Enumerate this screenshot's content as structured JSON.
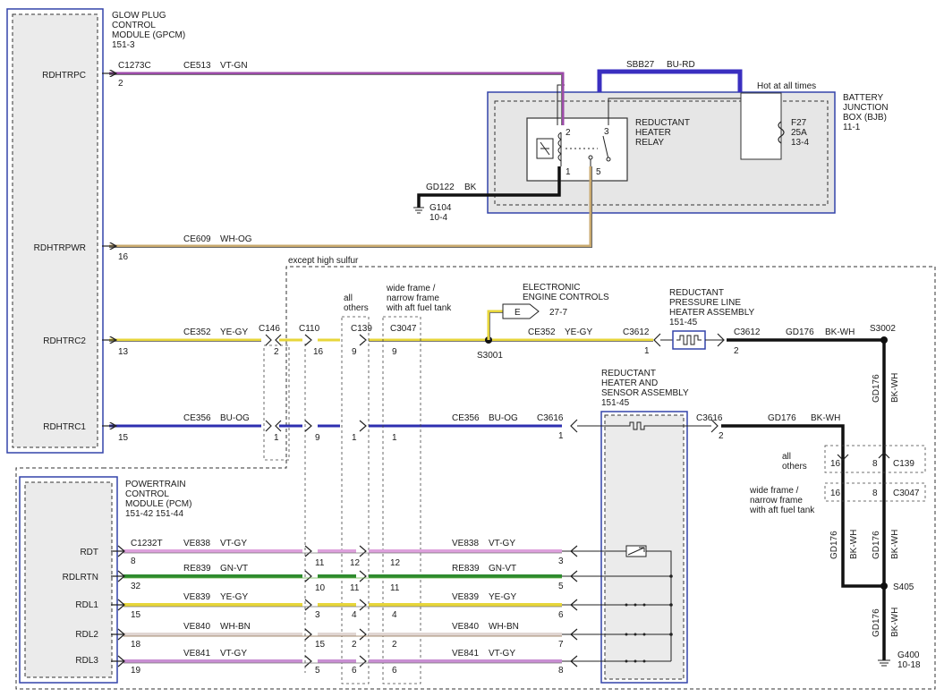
{
  "modules": {
    "gpcm": {
      "lines": [
        "GLOW PLUG",
        "CONTROL",
        "MODULE (GPCM)",
        "151-3"
      ]
    },
    "pcm": {
      "lines": [
        "POWERTRAIN",
        "CONTROL",
        "MODULE (PCM)",
        "151-42  151-44"
      ]
    },
    "bjb": {
      "lines": [
        "BATTERY",
        "JUNCTION",
        "BOX (BJB)",
        "11-1"
      ]
    },
    "relay": {
      "lines": [
        "REDUCTANT",
        "HEATER",
        "RELAY"
      ]
    },
    "heater_sensor": {
      "lines": [
        "REDUCTANT",
        "HEATER AND",
        "SENSOR ASSEMBLY",
        "151-45"
      ]
    },
    "pressure_heater": {
      "lines": [
        "REDUCTANT",
        "PRESSURE LINE",
        "HEATER ASSEMBLY",
        "151-45"
      ]
    },
    "eec": {
      "lines": [
        "ELECTRONIC",
        "ENGINE CONTROLS"
      ],
      "ref": "27-7",
      "tag": "E"
    }
  },
  "pins": {
    "gpcm": [
      "RDHTRPC",
      "RDHTRPWR",
      "RDHTRC2",
      "RDHTRC1"
    ],
    "pcm": [
      "RDT",
      "RDLRTN",
      "RDL1",
      "RDL2",
      "RDL3"
    ]
  },
  "fuse": {
    "name": "F27",
    "rating": "25A",
    "ref": "13-4"
  },
  "hot_at_all_times": "Hot at all times",
  "grounds": {
    "g104": {
      "name": "G104",
      "ref": "10-4"
    },
    "g400": {
      "name": "G400",
      "ref": "10-18"
    }
  },
  "notes": {
    "except_high_sulfur": "except high sulfur",
    "all_others_top": [
      "all",
      "others"
    ],
    "wide_frame_top": [
      "wide frame /",
      "narrow frame",
      "with aft fuel tank"
    ],
    "all_others_right": [
      "all",
      "others"
    ],
    "wide_frame_right": [
      "wide frame /",
      "narrow frame",
      "with aft fuel tank"
    ]
  },
  "wires": {
    "ce513": {
      "circuit": "CE513",
      "color": "VT-GN"
    },
    "sbb27": {
      "circuit": "SBB27",
      "color": "BU-RD"
    },
    "gd122": {
      "circuit": "GD122",
      "color": "BK"
    },
    "ce609": {
      "circuit": "CE609",
      "color": "WH-OG"
    },
    "ce352a": {
      "circuit": "CE352",
      "color": "YE-GY"
    },
    "ce352b": {
      "circuit": "CE352",
      "color": "YE-GY"
    },
    "gd176a": {
      "circuit": "GD176",
      "color": "BK-WH"
    },
    "ce356a": {
      "circuit": "CE356",
      "color": "BU-OG"
    },
    "ce356b": {
      "circuit": "CE356",
      "color": "BU-OG"
    },
    "gd176b": {
      "circuit": "GD176",
      "color": "BK-WH"
    },
    "gd176v1": {
      "circuit": "GD176",
      "color": "BK-WH"
    },
    "gd176v2": {
      "circuit": "GD176",
      "color": "BK-WH"
    },
    "gd176v3": {
      "circuit": "GD176",
      "color": "BK-WH"
    },
    "gd176v4": {
      "circuit": "GD176",
      "color": "BK-WH"
    },
    "ve838a": {
      "circuit": "VE838",
      "color": "VT-GY"
    },
    "ve838b": {
      "circuit": "VE838",
      "color": "VT-GY"
    },
    "re839a": {
      "circuit": "RE839",
      "color": "GN-VT"
    },
    "re839b": {
      "circuit": "RE839",
      "color": "GN-VT"
    },
    "ve839a": {
      "circuit": "VE839",
      "color": "YE-GY"
    },
    "ve839b": {
      "circuit": "VE839",
      "color": "YE-GY"
    },
    "ve840a": {
      "circuit": "VE840",
      "color": "WH-BN"
    },
    "ve840b": {
      "circuit": "VE840",
      "color": "WH-BN"
    },
    "ve841a": {
      "circuit": "VE841",
      "color": "VT-GY"
    },
    "ve841b": {
      "circuit": "VE841",
      "color": "VT-GY"
    }
  },
  "connectors": {
    "c1273c": {
      "name": "C1273C",
      "pin16": "16",
      "pin2": "2",
      "pin13": "13",
      "pin15": "15"
    },
    "c146": {
      "name": "C146",
      "p_a": "2",
      "p_b": "1"
    },
    "c110": {
      "name": "C110",
      "p_a": "16",
      "p_b": "9",
      "p_c": "11",
      "p_d": "10",
      "p_e": "3",
      "p_f": "15",
      "p_g": "5"
    },
    "c139": {
      "name": "C139",
      "p_a": "9",
      "p_b": "1",
      "p_c": "12",
      "p_d": "11",
      "p_e": "4",
      "p_f": "2",
      "p_g": "6"
    },
    "c3047": {
      "name": "C3047",
      "p_a": "9",
      "p_b": "1",
      "p_c": "12",
      "p_d": "11",
      "p_e": "4",
      "p_f": "2",
      "p_g": "6"
    },
    "c3612l": {
      "name": "C3612",
      "pin": "1"
    },
    "c3612r": {
      "name": "C3612",
      "pin": "2"
    },
    "c3616l": {
      "name": "C3616",
      "pin": "1"
    },
    "c3616r": {
      "name": "C3616",
      "pin": "2"
    },
    "c1232t": {
      "name": "C1232T",
      "p8": "8",
      "p32": "32",
      "p15": "15",
      "p18": "18",
      "p19": "19"
    },
    "sensor_pins": [
      "3",
      "5",
      "6",
      "7",
      "8"
    ],
    "relay_pins": [
      "2",
      "3",
      "1",
      "5"
    ],
    "c139r": {
      "name": "C139",
      "left": "16",
      "right": "8"
    },
    "c3047r": {
      "name": "C3047",
      "left": "16",
      "right": "8"
    }
  },
  "splices": {
    "s3001": "S3001",
    "s3002": "S3002",
    "s405": "S405"
  }
}
